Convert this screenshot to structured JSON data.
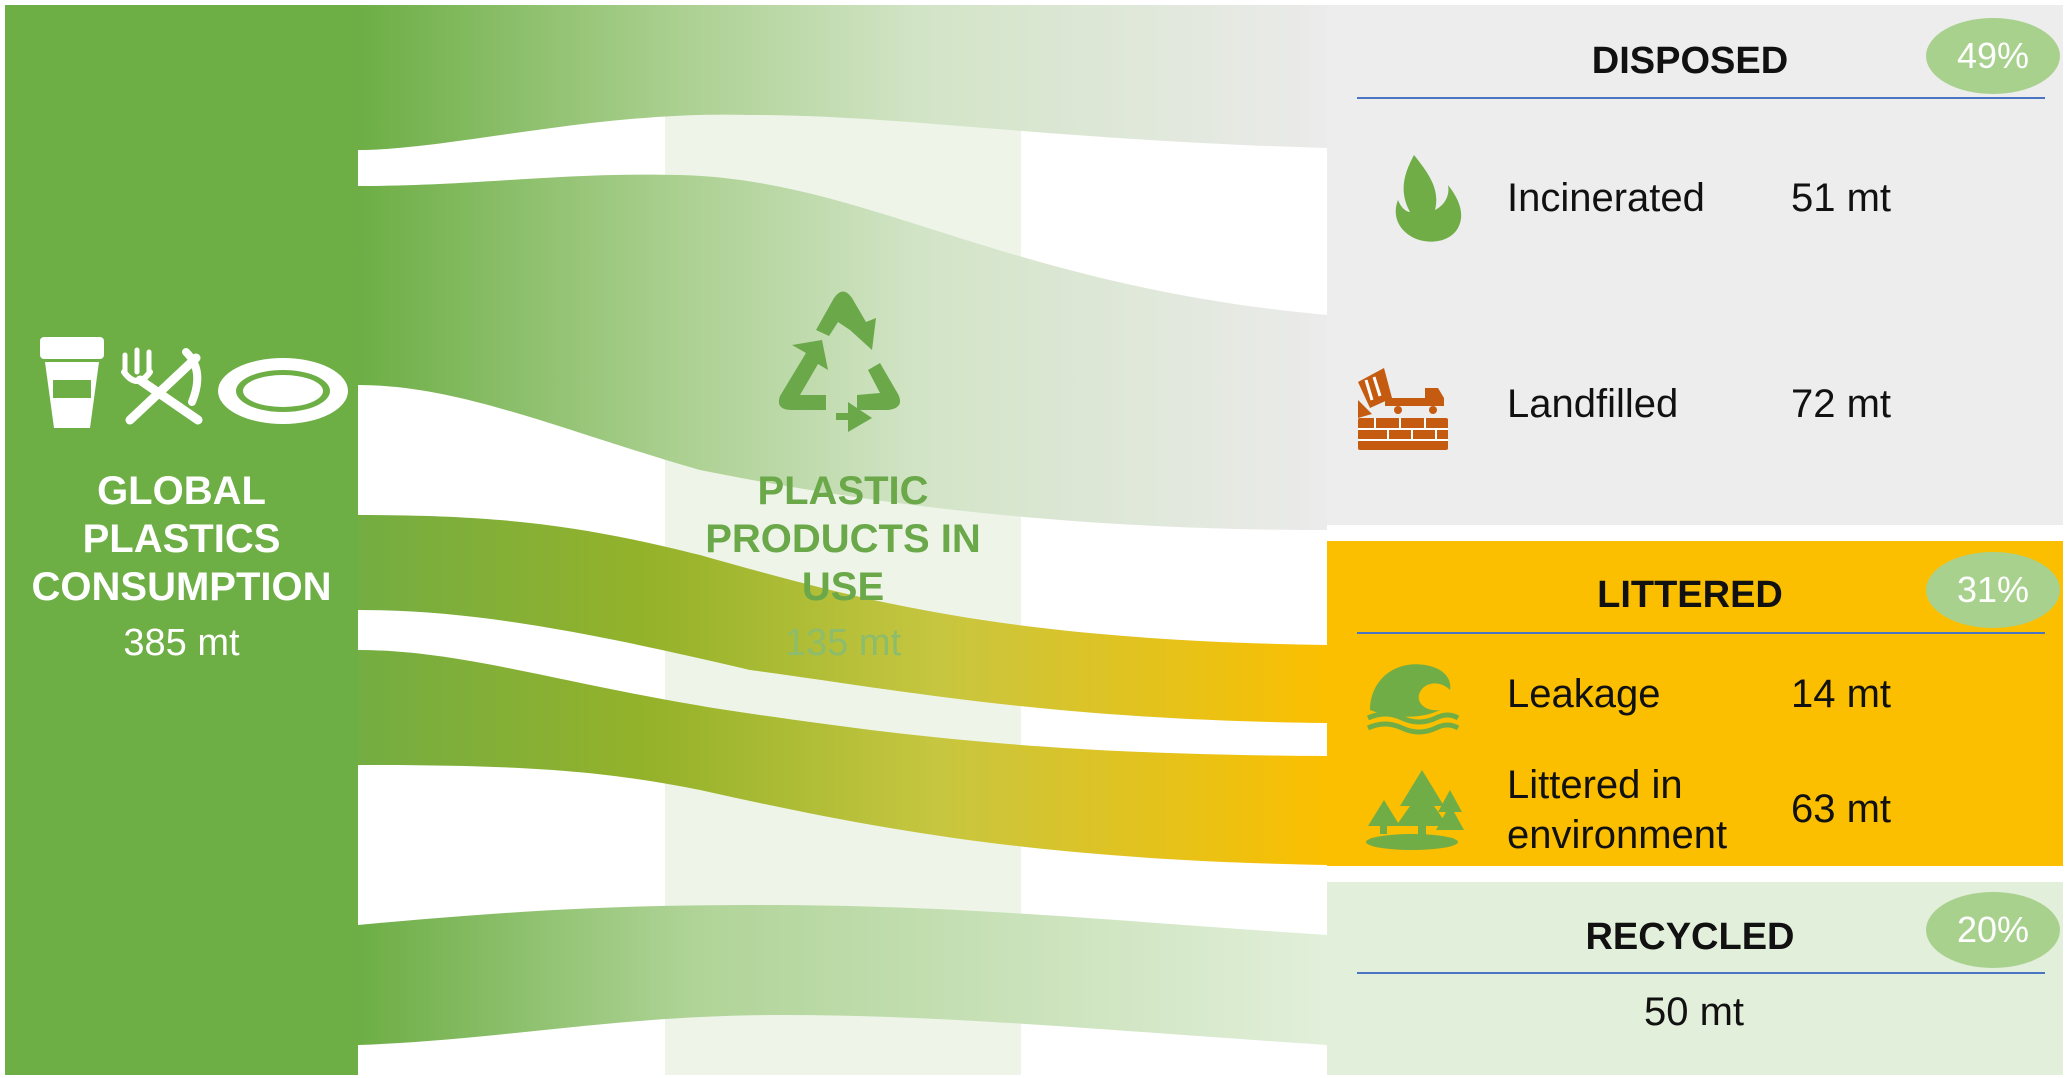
{
  "source": {
    "title_lines": [
      "GLOBAL",
      "PLASTICS",
      "CONSUMPTION"
    ],
    "value": "385 mt",
    "icons": [
      "coffee-cup-icon",
      "fork-knife-icon",
      "plate-icon"
    ]
  },
  "in_use": {
    "title_lines": [
      "PLASTIC",
      "PRODUCTS IN",
      "USE"
    ],
    "value": "135 mt",
    "icon": "recycle-icon"
  },
  "categories": {
    "disposed": {
      "title": "DISPOSED",
      "share": "49%",
      "items": [
        {
          "label": "Incinerated",
          "value": "51 mt",
          "icon": "flame-icon"
        },
        {
          "label": "Landfilled",
          "value": "72 mt",
          "icon": "dump-truck-icon"
        }
      ]
    },
    "littered": {
      "title": "LITTERED",
      "share": "31%",
      "items": [
        {
          "label": "Leakage",
          "value": "14 mt",
          "icon": "wave-icon"
        },
        {
          "label_lines": [
            "Littered in",
            "environment"
          ],
          "value": "63 mt",
          "icon": "forest-icon"
        }
      ]
    },
    "recycled": {
      "title": "RECYCLED",
      "share": "20%",
      "value": "50 mt"
    }
  },
  "colors": {
    "source_green": "#6dae45",
    "in_use_band": "#eef5e8",
    "disposed_bg": "#ededed",
    "littered_bg": "#fbbf00",
    "recycled_bg": "#e2efda",
    "badge_green": "#a9d18e",
    "rule_blue": "#4a74c4",
    "incinerated_icon": "#70ad47",
    "landfill_icon": "#c55a11",
    "littered_icon": "#70ad47"
  }
}
